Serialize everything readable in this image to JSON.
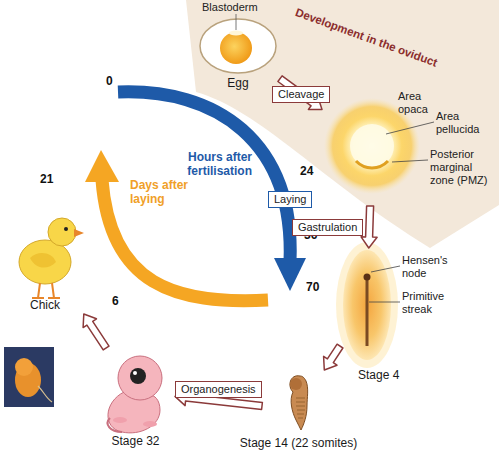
{
  "diagram": {
    "nodes": [
      {
        "text": [
          "Development in the oviduct"
        ]
      },
      {
        "text": [
          "Egg"
        ],
        "in": 0
      },
      {
        "text": [
          "Area opaca",
          "Area pellucida",
          "Posterior marginal zone (PMZ)"
        ],
        "in": 0
      },
      {
        "text": [
          "Hensen's node",
          "Primitive streak",
          "Stage 4"
        ]
      },
      {
        "text": [
          "Stage 14 (22 somites)"
        ]
      },
      {
        "text": [
          "Stage 32"
        ]
      },
      {
        "text": [
          "Chick"
        ]
      }
    ],
    "edges": [
      {
        "from": 1,
        "to": 2,
        "label": "Cleavage",
        "arrow": "to"
      },
      {
        "from": 2,
        "to": 3,
        "label": "Gastrulation",
        "arrow": "to"
      },
      {
        "from": 3,
        "to": 4,
        "arrow": "to"
      },
      {
        "from": 4,
        "to": 5,
        "label": "Organogenesis",
        "arrow": "to"
      },
      {
        "from": 5,
        "to": 6,
        "arrow": "to"
      }
    ],
    "labels": [
      "Blastoderm",
      "0",
      "Hours after fertilisation",
      "24",
      "Laying",
      "36",
      "70",
      "Days after laying",
      "6",
      "21"
    ]
  }
}
